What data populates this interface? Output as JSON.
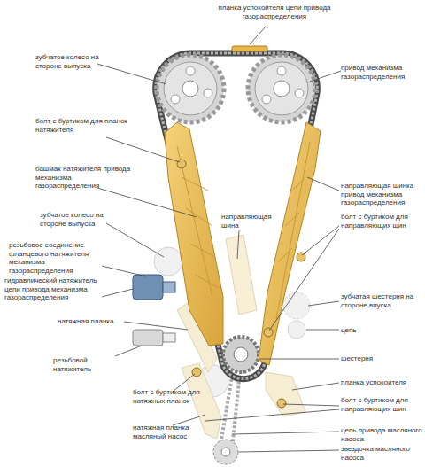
{
  "diagram": {
    "labels": [
      "планка успокоителя цепи привода газораспределения",
      "зубчатое колесо на стороне выпуска",
      "привод механизма газораспределения",
      "болт с буртиком для планок натяжителя",
      "башмак натяжителя привода механизма газораспределения",
      "направляющая шинка привод механизма газораспределения",
      "зубчатое колесо на стороне выпуска",
      "направляющая шина",
      "болт с буртиком для направляющих шин",
      "резьбовое соединение фланцевого натяжителя механизма газораспределения",
      "гидравлический натяжитель цепи привода механизма газораспределения",
      "зубчатая шестерня на стороне впуска",
      "цепь",
      "натяжная планка",
      "шестерня",
      "резьбовой натяжитель",
      "планка успокоителя",
      "болт с буртиком для натяжных планок",
      "болт с буртиком для направляющих шин",
      "натяжная планка масляный насос",
      "цепь привода масляного насоса",
      "звездочка масляного насоса"
    ]
  }
}
